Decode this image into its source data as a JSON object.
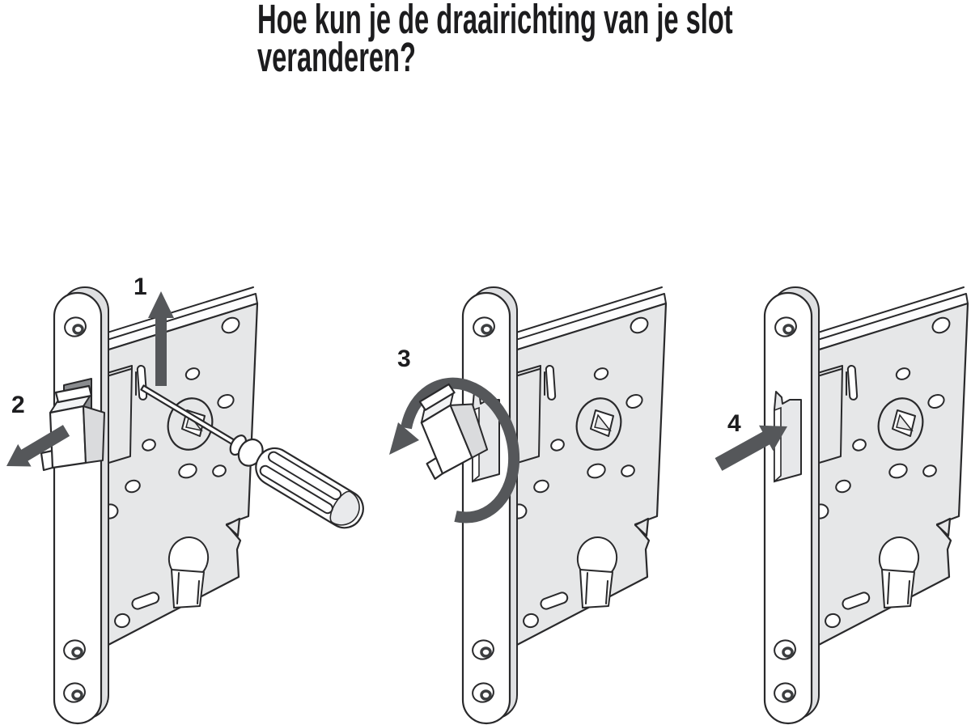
{
  "title": {
    "line1": "Hoe kun je de draairichting van je slot",
    "line2": "veranderen?"
  },
  "steps": {
    "step1": "1",
    "step2": "2",
    "step3": "3",
    "step4": "4"
  },
  "illustrations": {
    "figure1": "mortise-lock-screwdriver-releases-latch-arrow-up-latch-pulled-out",
    "figure2": "latch-bolt-rotated-180-degrees-circular-arrow",
    "figure3": "latch-bolt-pushed-back-into-lock-arrow-in"
  },
  "colors": {
    "background": "#ffffff",
    "outline": "#29292b",
    "body_gray": "#e6e7e8",
    "arrow_gray": "#55575a",
    "dark_gray": "#8a8c8f"
  }
}
